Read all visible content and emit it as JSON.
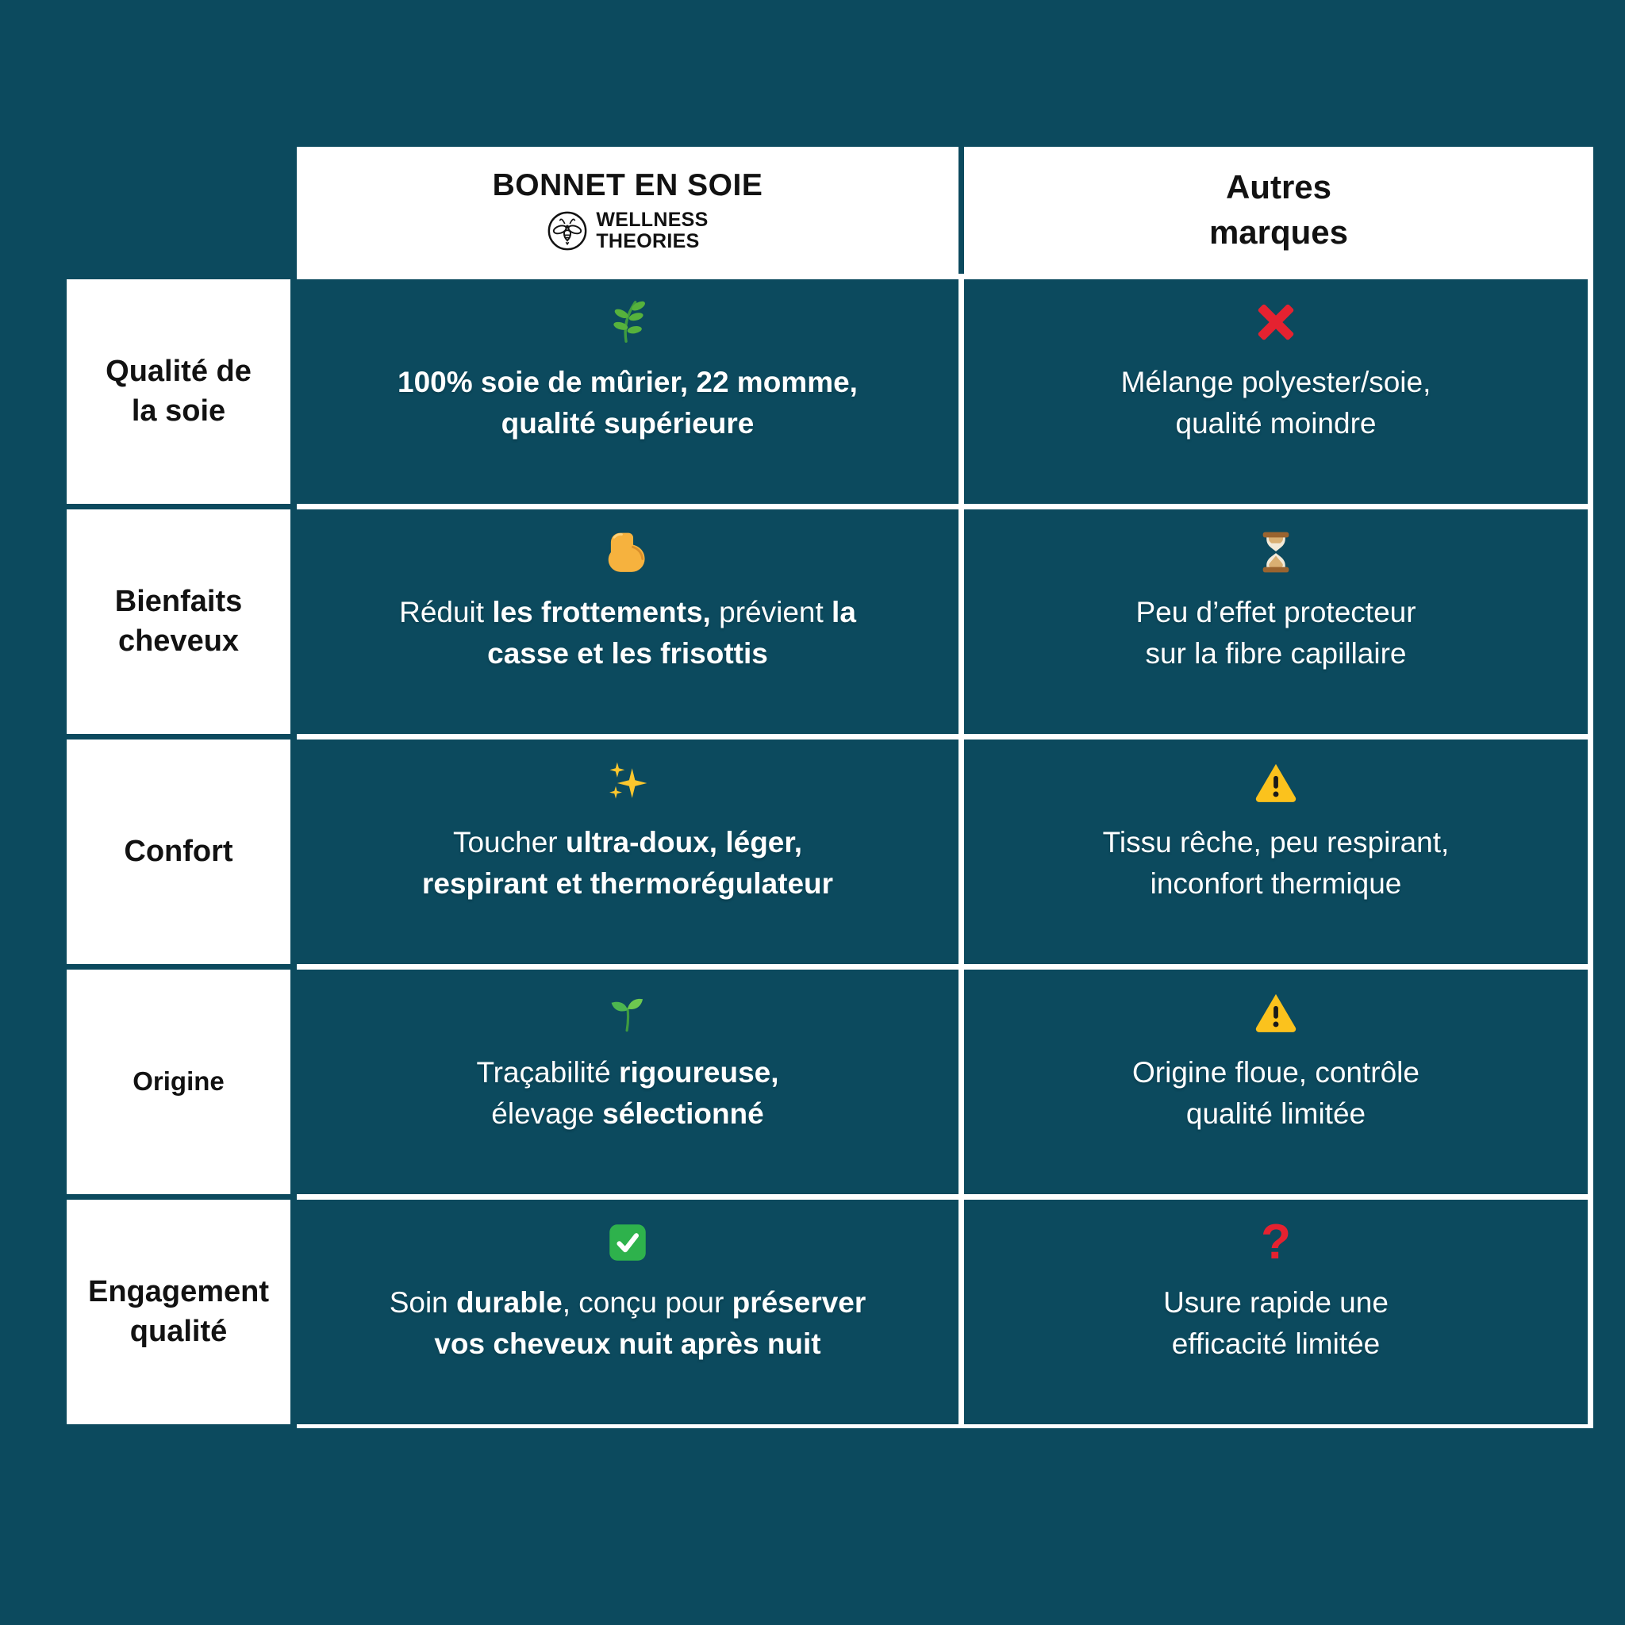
{
  "colors": {
    "background": "#0c4a5e",
    "cell_teal": "#0c4a5e",
    "panel_white": "#ffffff",
    "text_on_teal": "#ffffff",
    "text_on_white": "#121212",
    "cross_red": "#e52230",
    "question_red": "#e52230",
    "warning_yellow": "#fbc21d",
    "check_green": "#2eb24c",
    "leaf_green": "#56b23c",
    "biceps_yellow": "#f6b23e",
    "sparkles_gold": "#fcc62d",
    "hourglass_brown": "#9a642f"
  },
  "table": {
    "header": {
      "brand": {
        "title": "BONNET EN SOIE",
        "logo_icon": "bee-icon",
        "logo_line1": "WELLNESS",
        "logo_line2": "THEORIES"
      },
      "others": {
        "line1": "Autres",
        "line2": "marques"
      }
    },
    "rows": [
      {
        "label_lines": [
          "Qualité de",
          "la soie"
        ],
        "brand": {
          "icon": "herb-icon",
          "lines": [
            {
              "segments": [
                {
                  "text": "100% soie de mûrier, 22 momme,",
                  "bold": true
                }
              ]
            },
            {
              "segments": [
                {
                  "text": "qualité supérieure",
                  "bold": true
                }
              ]
            }
          ]
        },
        "others": {
          "icon": "cross-icon",
          "line1": "Mélange polyester/soie,",
          "line2": "qualité moindre"
        }
      },
      {
        "label_lines": [
          "Bienfaits",
          "cheveux"
        ],
        "brand": {
          "icon": "biceps-icon",
          "lines": [
            {
              "segments": [
                {
                  "text": "Réduit ",
                  "bold": false
                },
                {
                  "text": "les frottements,",
                  "bold": true
                },
                {
                  "text": " prévient ",
                  "bold": false
                },
                {
                  "text": "la",
                  "bold": true
                }
              ]
            },
            {
              "segments": [
                {
                  "text": "casse et les frisottis",
                  "bold": true
                }
              ]
            }
          ]
        },
        "others": {
          "icon": "hourglass-icon",
          "line1": "Peu d’effet protecteur",
          "line2": "sur la fibre capillaire"
        }
      },
      {
        "label_lines": [
          "Confort"
        ],
        "brand": {
          "icon": "sparkles-icon",
          "lines": [
            {
              "segments": [
                {
                  "text": "Toucher ",
                  "bold": false
                },
                {
                  "text": "ultra-doux, léger,",
                  "bold": true
                }
              ]
            },
            {
              "segments": [
                {
                  "text": "respirant et thermorégulateur",
                  "bold": true
                }
              ]
            }
          ]
        },
        "others": {
          "icon": "warning-icon",
          "line1": "Tissu rêche, peu respirant,",
          "line2": "inconfort thermique"
        }
      },
      {
        "label_lines": [
          "Origine"
        ],
        "brand": {
          "icon": "seedling-icon",
          "lines": [
            {
              "segments": [
                {
                  "text": "Traçabilité ",
                  "bold": false
                },
                {
                  "text": "rigoureuse,",
                  "bold": true
                }
              ]
            },
            {
              "segments": [
                {
                  "text": "élevage ",
                  "bold": false
                },
                {
                  "text": "sélectionné",
                  "bold": true
                }
              ]
            }
          ]
        },
        "others": {
          "icon": "warning-icon",
          "line1": "Origine floue, contrôle",
          "line2": "qualité limitée"
        }
      },
      {
        "label_lines": [
          "Engagement",
          "qualité"
        ],
        "brand": {
          "icon": "check-icon",
          "lines": [
            {
              "segments": [
                {
                  "text": "Soin ",
                  "bold": false
                },
                {
                  "text": "durable",
                  "bold": true
                },
                {
                  "text": ", conçu pour ",
                  "bold": false
                },
                {
                  "text": "préserver",
                  "bold": true
                }
              ]
            },
            {
              "segments": [
                {
                  "text": "vos cheveux nuit après nuit",
                  "bold": true
                }
              ]
            }
          ]
        },
        "others": {
          "icon": "question-icon",
          "icon_glyph": "?",
          "line1": "Usure rapide une",
          "line2": "efficacité limitée"
        }
      }
    ]
  }
}
